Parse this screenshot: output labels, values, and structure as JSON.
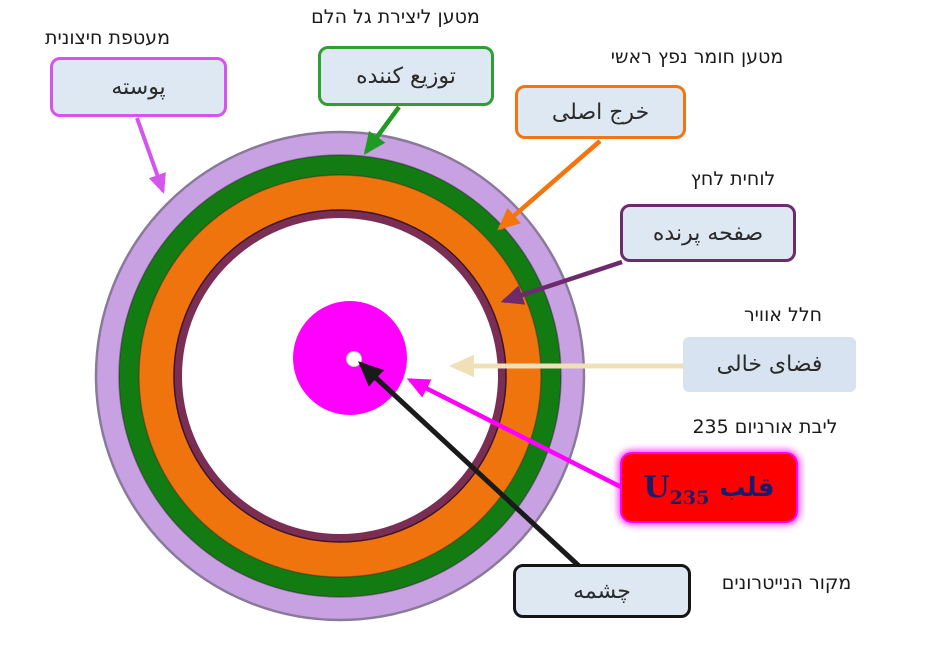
{
  "canvas": {
    "background": "#ffffff"
  },
  "box_style": {
    "fill": "#dde8f3"
  },
  "callouts": {
    "outer_shell": {
      "hebrew_label": "מעטפת חיצונית",
      "box_text": "پوسته",
      "border_color": "#d455ee"
    },
    "shock_wave_generator": {
      "hebrew_label": "מטען ליצירת גל הלם",
      "box_text": "توزیع کننده",
      "border_color": "#2f9e33"
    },
    "main_explosive_charge": {
      "hebrew_label": "מטען חומר נפץ ראשי",
      "box_text": "خرج اصلی",
      "border_color": "#f4750f"
    },
    "pressure_plate": {
      "hebrew_label": "לוחית לחץ",
      "box_text": "صفحه پرنده",
      "border_color": "#6e2a6e"
    },
    "air_gap": {
      "hebrew_label": "חלל אוויר",
      "box_text": "فضای خالی",
      "fill": "#d7e3f0"
    },
    "uranium_core": {
      "hebrew_label": "ליבת אורניום 235",
      "box_text": "قلب",
      "element_symbol": "U",
      "element_subscript": "235",
      "background": "#ff0000",
      "border_color": "#ff00ff",
      "text_color": "#1b1b6b"
    },
    "neutron_source": {
      "hebrew_label": "מקור הנייטרונים",
      "box_text": "چشمه",
      "border_color": "#151515"
    }
  },
  "diagram": {
    "rings": {
      "outer_shell": {
        "color": "#c8a1e3",
        "stroke": "#8a7a9a"
      },
      "distributor": {
        "color": "#127c12"
      },
      "main_charge": {
        "color": "#f0740e"
      },
      "flyer_plate": {
        "color": "#7b2e53",
        "stroke": "#401326"
      },
      "air_gap": {
        "color": "#ffffff"
      },
      "core": {
        "color": "#ff00ff"
      },
      "source_dot": {
        "color": "#ffffff",
        "stroke": "#c9c9c9"
      }
    },
    "arrow_colors": {
      "outer_shell": "#d455ee",
      "distributor": "#1f9a22",
      "main_charge": "#f4740e",
      "flyer_plate": "#6d2a6d",
      "air_gap": "#f0e0b8",
      "core": "#ff00ff",
      "source": "#1a1a1a"
    }
  }
}
